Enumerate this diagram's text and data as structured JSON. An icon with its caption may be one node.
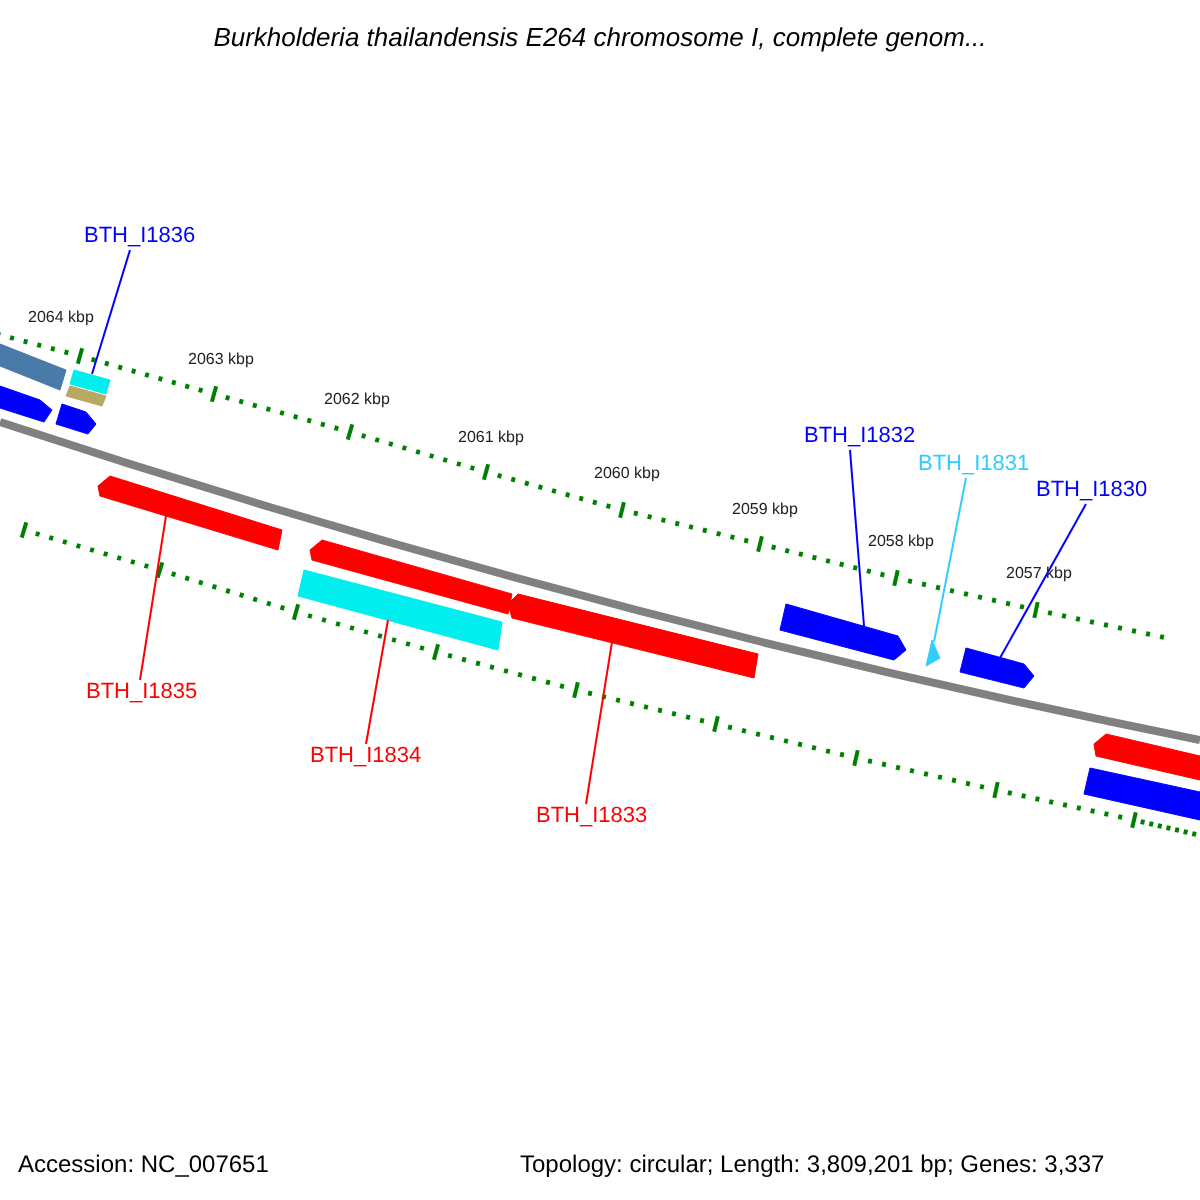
{
  "diagram": {
    "title": "Burkholderia thailandensis E264 chromosome I, complete genom...",
    "nodes": [
      {
        "text": [
          "BTH_I1836"
        ]
      },
      {
        "text": [],
        "shape": "bar"
      },
      {
        "text": [
          "BTH_I1835"
        ]
      },
      {
        "text": [],
        "shape": "bar"
      },
      {
        "text": [
          "BTH_I1834"
        ]
      },
      {
        "text": [],
        "shape": "bar"
      },
      {
        "text": [
          "BTH_I1833"
        ]
      },
      {
        "text": [],
        "shape": "bar"
      },
      {
        "text": [
          "BTH_I1832"
        ]
      },
      {
        "text": [],
        "shape": "bar"
      },
      {
        "text": [
          "BTH_I1831"
        ]
      },
      {
        "text": [],
        "shape": "triangle"
      },
      {
        "text": [
          "BTH_I1830"
        ]
      },
      {
        "text": [],
        "shape": "bar"
      },
      {
        "text": [],
        "shape": "bar"
      },
      {
        "text": [],
        "shape": "bar"
      },
      {
        "text": [],
        "shape": "bar"
      },
      {
        "text": [],
        "shape": "bar"
      },
      {
        "text": [],
        "shape": "bar"
      },
      {
        "text": [],
        "shape": "bar"
      },
      {
        "text": [],
        "shape": "bar"
      }
    ],
    "edges": [
      {
        "from": 0,
        "to": 1,
        "arrow": "none",
        "color": "#0000ff"
      },
      {
        "from": 2,
        "to": 3,
        "arrow": "none",
        "color": "#ff0000"
      },
      {
        "from": 4,
        "to": 5,
        "arrow": "none",
        "color": "#ff0000"
      },
      {
        "from": 6,
        "to": 7,
        "arrow": "none",
        "color": "#ff0000"
      },
      {
        "from": 8,
        "to": 9,
        "arrow": "none",
        "color": "#0000ff"
      },
      {
        "from": 10,
        "to": 11,
        "arrow": "none",
        "color": "#33ccff"
      },
      {
        "from": 12,
        "to": 13,
        "arrow": "none",
        "color": "#0000ff"
      }
    ],
    "labels": [
      "2064 kbp",
      "2063 kbp",
      "2062 kbp",
      "2061 kbp",
      "2060 kbp",
      "2059 kbp",
      "2058 kbp",
      "2057 kbp",
      "Accession: NC_007651",
      "Topology: circular; Length: 3,809,201 bp; Genes: 3,337"
    ]
  }
}
